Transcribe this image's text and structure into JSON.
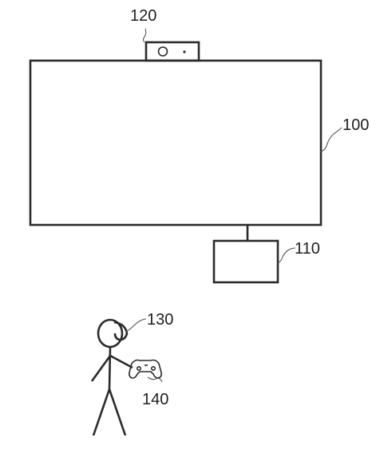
{
  "labels": {
    "display": "100",
    "console": "110",
    "camera": "120",
    "user": "130",
    "controller": "140"
  },
  "colors": {
    "stroke": "#2a2a2a",
    "text": "#1e1e1e",
    "background": "#ffffff"
  }
}
